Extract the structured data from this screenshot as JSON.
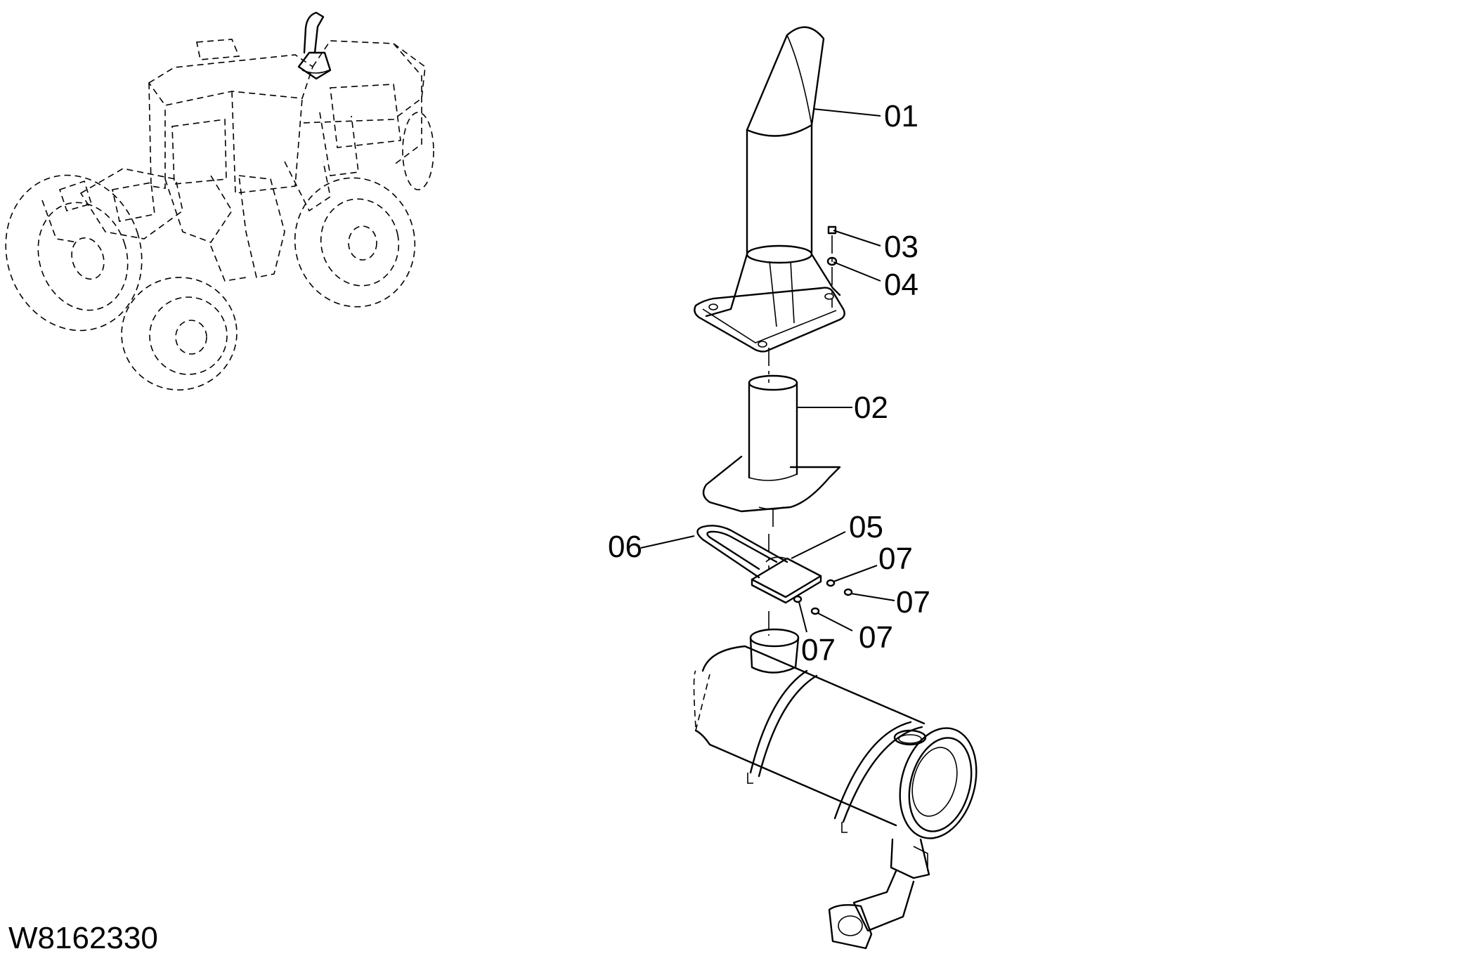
{
  "drawing_id": "W8162330",
  "callouts": [
    {
      "id": "c01",
      "label": "01"
    },
    {
      "id": "c02",
      "label": "02"
    },
    {
      "id": "c03",
      "label": "03"
    },
    {
      "id": "c04",
      "label": "04"
    },
    {
      "id": "c05",
      "label": "05"
    },
    {
      "id": "c06",
      "label": "06"
    },
    {
      "id": "c07a",
      "label": "07"
    },
    {
      "id": "c07b",
      "label": "07"
    },
    {
      "id": "c07c",
      "label": "07"
    },
    {
      "id": "c07d",
      "label": "07"
    }
  ]
}
